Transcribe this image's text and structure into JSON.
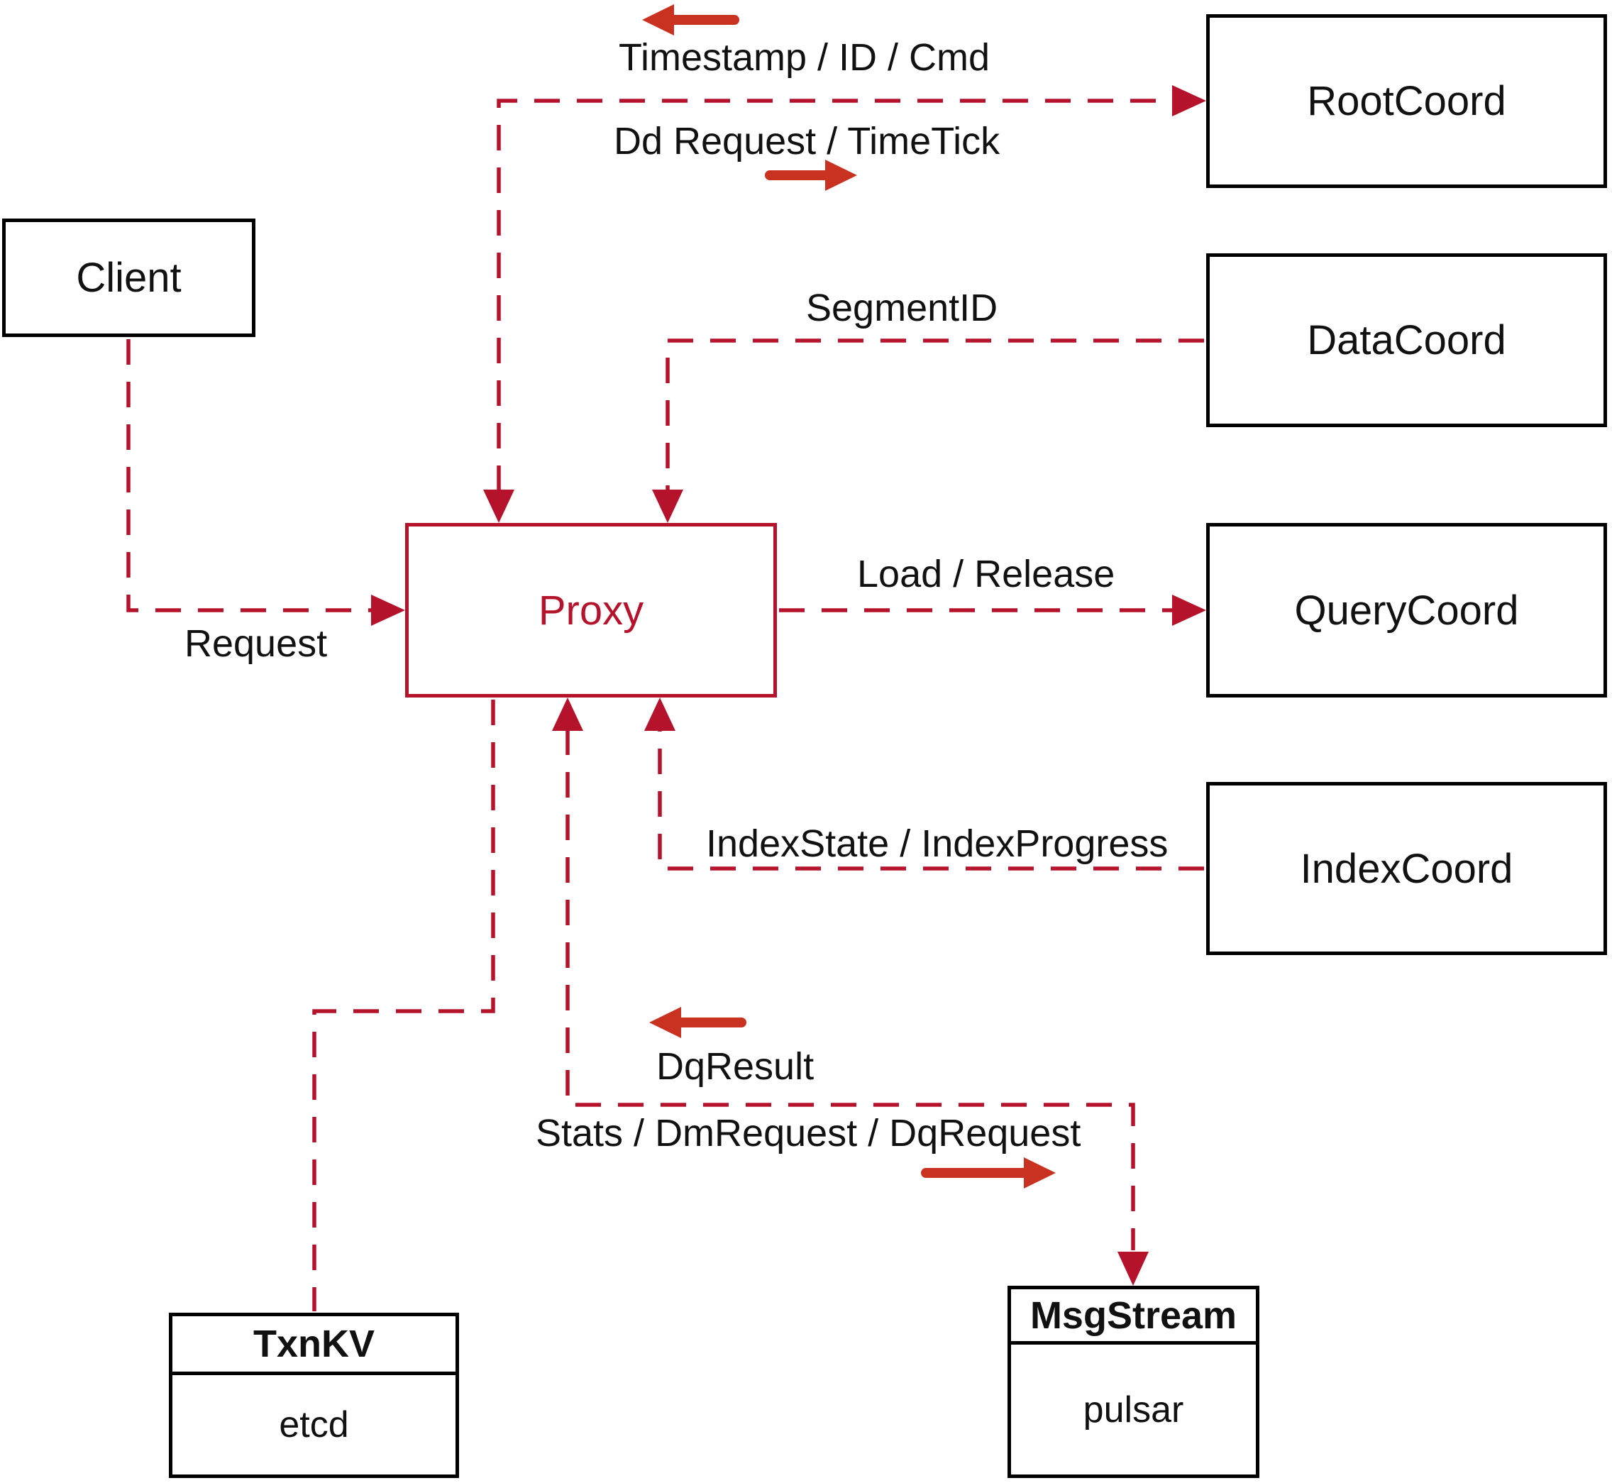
{
  "diagram": {
    "nodes": {
      "client": {
        "label": "Client"
      },
      "proxy": {
        "label": "Proxy"
      },
      "root_coord": {
        "label": "RootCoord"
      },
      "data_coord": {
        "label": "DataCoord"
      },
      "query_coord": {
        "label": "QueryCoord"
      },
      "index_coord": {
        "label": "IndexCoord"
      },
      "txn_kv": {
        "title": "TxnKV",
        "impl": "etcd"
      },
      "msg_stream": {
        "title": "MsgStream",
        "impl": "pulsar"
      }
    },
    "edge_labels": {
      "timestamp": "Timestamp / ID / Cmd",
      "dd_request": "Dd Request / TimeTick",
      "segment_id": "SegmentID",
      "request": "Request",
      "load_release": "Load / Release",
      "index_state": "IndexState / IndexProgress",
      "dq_result": "DqResult",
      "stats": "Stats / DmRequest / DqRequest"
    },
    "colors": {
      "dashed_line": "#b5122b",
      "solid_arrow": "#c93120",
      "box_border": "#000000",
      "text": "#111111",
      "background": "#ffffff"
    }
  }
}
